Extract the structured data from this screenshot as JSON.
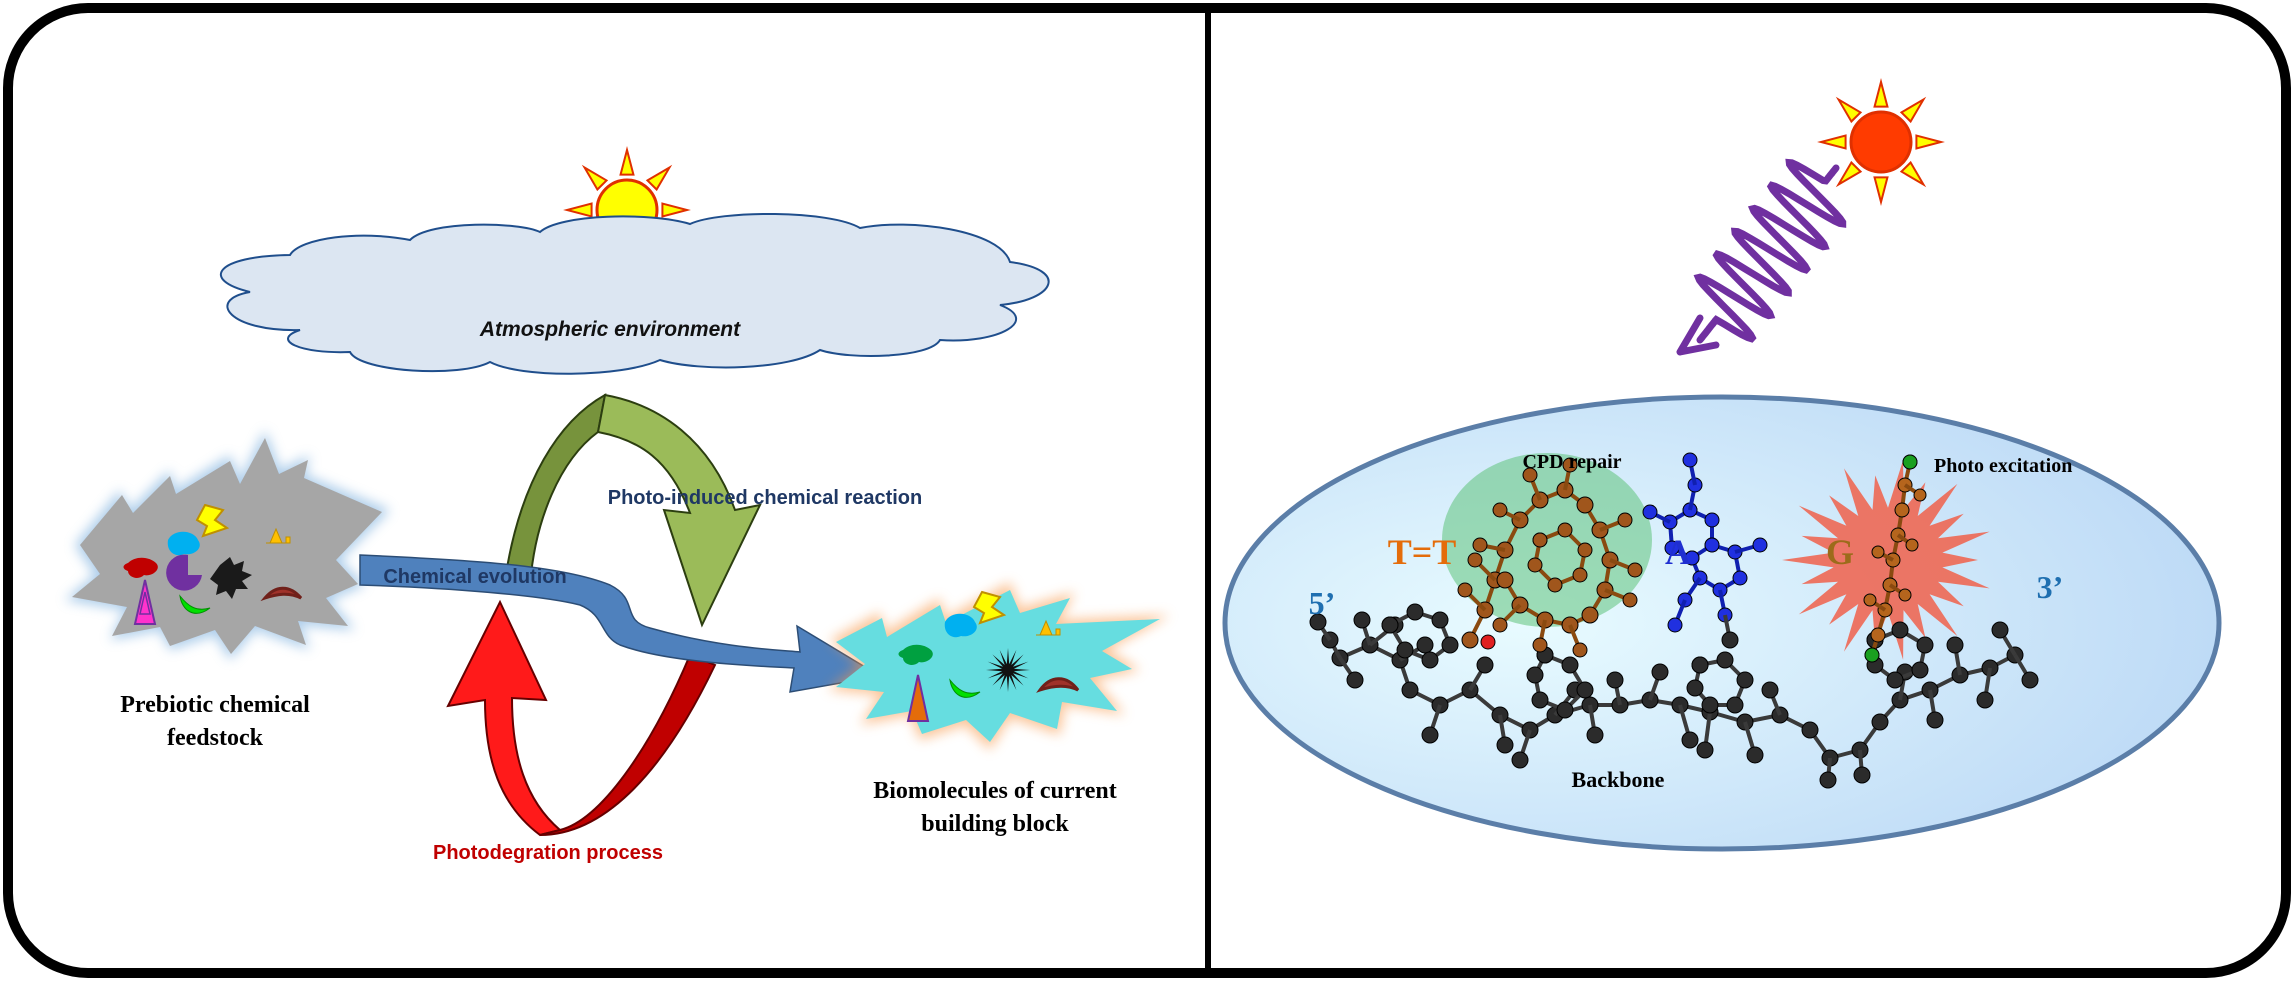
{
  "left_panel": {
    "cloud_label": "Atmospheric environment",
    "photo_induced_label": "Photo-induced chemical reaction",
    "chemical_evolution_label": "Chemical evolution",
    "prebiotic_label_line1": "Prebiotic chemical",
    "prebiotic_label_line2": "feedstock",
    "biomolecules_label_line1": "Biomolecules of current",
    "biomolecules_label_line2": "building block",
    "photodegradation_label": "Photodegration process"
  },
  "right_panel": {
    "cpd_repair_label": "CPD repair",
    "photo_excitation_label": "Photo excitation",
    "tt_label": "T=T",
    "a_label": "A",
    "g_label": "G",
    "five_prime_label": "5’",
    "three_prime_label": "3’",
    "backbone_label": "Backbone"
  },
  "colors": {
    "sun_fill": "#ffff00",
    "sun_ray": "#ffb000",
    "sun2_fill": "#ff3b00",
    "cloud_fill": "#dce6f2",
    "blue_arrow": "#4f81bd",
    "green_arrow": "#77933c",
    "red_arrow": "#e00000",
    "wave": "#7030a0",
    "ellipse_fill": "#cfe8f8",
    "tt_color": "#e46c0a",
    "a_color": "#1f2fd0",
    "g_color": "#9c6b1a",
    "prime_color": "#1f6fb0",
    "backbone_atom": "#2b2b2b",
    "photodeg_text": "#c00000",
    "photoinduced_text": "#1f3864"
  }
}
